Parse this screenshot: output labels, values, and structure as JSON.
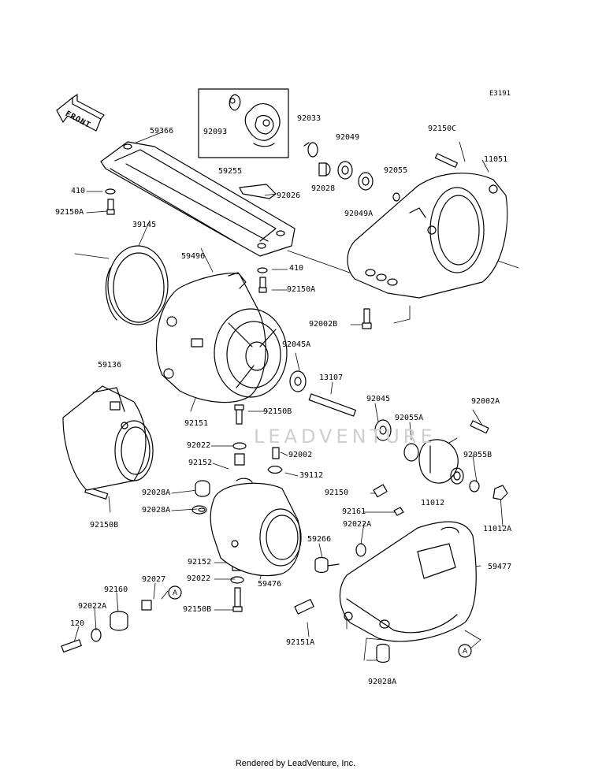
{
  "diagram": {
    "code": "E3191",
    "front_label": "FRONT",
    "watermark": "LEADVENTURE",
    "footer": "Rendered by LeadVenture, Inc.",
    "callout_letter": "A"
  },
  "parts": [
    {
      "id": "92093"
    },
    {
      "id": "59255"
    },
    {
      "id": "92033"
    },
    {
      "id": "92049"
    },
    {
      "id": "92028"
    },
    {
      "id": "92055"
    },
    {
      "id": "92049A"
    },
    {
      "id": "92150C"
    },
    {
      "id": "11051"
    },
    {
      "id": "59366"
    },
    {
      "id": "410"
    },
    {
      "id": "92150A"
    },
    {
      "id": "92026"
    },
    {
      "id": "39145"
    },
    {
      "id": "59496"
    },
    {
      "id": "410"
    },
    {
      "id": "92150A"
    },
    {
      "id": "92002B"
    },
    {
      "id": "92045A"
    },
    {
      "id": "59136"
    },
    {
      "id": "13107"
    },
    {
      "id": "92045"
    },
    {
      "id": "92002A"
    },
    {
      "id": "92151"
    },
    {
      "id": "92150B"
    },
    {
      "id": "92055A"
    },
    {
      "id": "92022"
    },
    {
      "id": "92002"
    },
    {
      "id": "92152"
    },
    {
      "id": "39112"
    },
    {
      "id": "92055B"
    },
    {
      "id": "92028A"
    },
    {
      "id": "92150"
    },
    {
      "id": "11012"
    },
    {
      "id": "92028A"
    },
    {
      "id": "92161"
    },
    {
      "id": "11012A"
    },
    {
      "id": "92150B"
    },
    {
      "id": "92022A"
    },
    {
      "id": "59266"
    },
    {
      "id": "59477"
    },
    {
      "id": "92152"
    },
    {
      "id": "59476"
    },
    {
      "id": "92022"
    },
    {
      "id": "92027"
    },
    {
      "id": "92160"
    },
    {
      "id": "92022A"
    },
    {
      "id": "92150B"
    },
    {
      "id": "120"
    },
    {
      "id": "92151A"
    },
    {
      "id": "92028A"
    }
  ]
}
